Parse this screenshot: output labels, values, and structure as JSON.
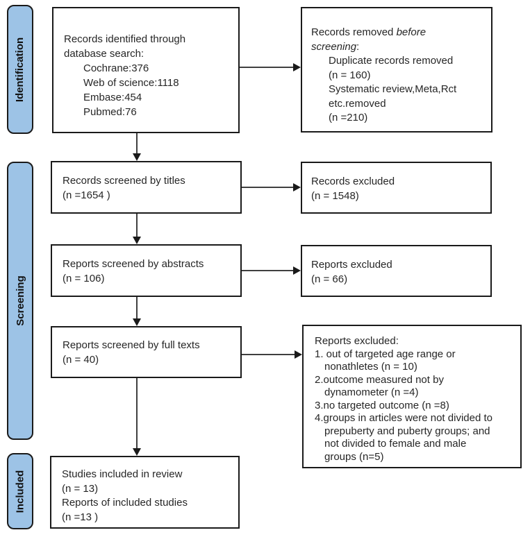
{
  "stages": {
    "identification": "Identification",
    "screening": "Screening",
    "included": "Included"
  },
  "boxes": {
    "identified": {
      "line1": "Records identified through",
      "line2": "database search:",
      "items": [
        "Cochrane:376",
        "Web of science:1118",
        "Embase:454",
        "Pubmed:76"
      ]
    },
    "removed": {
      "line1_regular": "Records removed ",
      "line1_italic": "before",
      "line2_italic": "screening",
      "line2_regular": ":",
      "items": [
        "Duplicate records removed",
        "(n = 160)",
        "Systematic review,Meta,Rct",
        "etc.removed",
        "(n =210)"
      ]
    },
    "screened_titles": {
      "line1": "Records screened by titles",
      "line2": "(n =1654 )"
    },
    "records_excluded": {
      "line1": "Records excluded",
      "line2": "(n = 1548)"
    },
    "screened_abstracts": {
      "line1": "Reports screened by abstracts",
      "line2": "(n = 106)"
    },
    "reports_excluded": {
      "line1": "Reports excluded",
      "line2": "(n = 66)"
    },
    "screened_fulltexts": {
      "line1": "Reports screened by full texts",
      "line2": "(n = 40)"
    },
    "fulltext_excluded": {
      "title": "Reports excluded:",
      "items": [
        "1. out of targeted age range or\nnonathletes (n = 10)",
        "2.outcome measured not by\ndynamometer (n =4)",
        "3.no targeted outcome (n =8)",
        "4.groups in articles were not divided to\nprepuberty and puberty groups; and\nnot divided to female and male\ngroups (n=5)"
      ]
    },
    "included_studies": {
      "line1": "Studies included in review",
      "line2": "(n = 13)",
      "line3": "Reports of included studies",
      "line4": "(n =13 )"
    }
  },
  "colors": {
    "stage_fill": "#9DC3E6",
    "stage_border": "#1A1A1A",
    "box_border": "#1A1A1A",
    "text": "#262626",
    "arrow": "#3F3F3F"
  }
}
